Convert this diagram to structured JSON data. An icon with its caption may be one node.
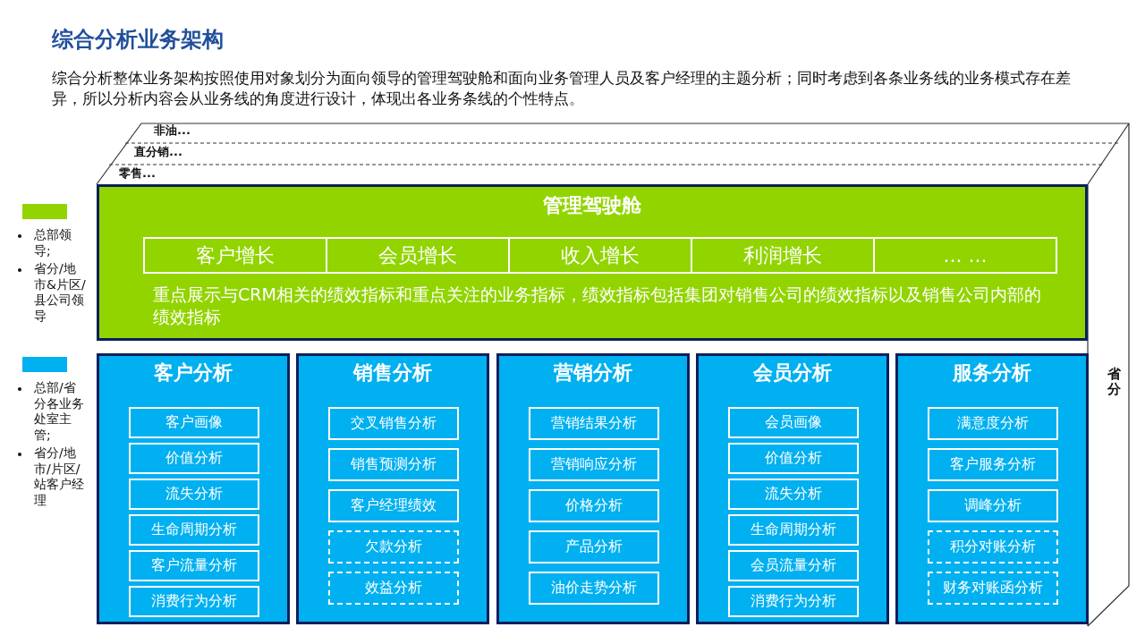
{
  "diagram": {
    "title": "综合分析业务架构",
    "caption": "综合分析整体业务架构按照使用对象划分为面向领导的管理驾驶舱和面向业务管理人员及客户经理的主题分析；同时考虑到各条业务线的业务模式存在差异，所以分析内容会从业务线的角度进行设计，体现出各业务条线的个性特点。",
    "nodes": [
      {
        "text": [
          "管理驾驶舱",
          "重点展示与CRM相关的绩效指标和重点关注的业务指标，绩效指标包括集团对销售公司的绩效指标以及销售公司内部的绩效指标"
        ]
      },
      {
        "text": [
          "客户增长"
        ],
        "in": 0
      },
      {
        "text": [
          "会员增长"
        ],
        "in": 0
      },
      {
        "text": [
          "收入增长"
        ],
        "in": 0
      },
      {
        "text": [
          "利润增长"
        ],
        "in": 0
      },
      {
        "text": [
          "... ..."
        ],
        "in": 0
      },
      {
        "text": [
          "客户分析"
        ]
      },
      {
        "text": [
          "客户画像"
        ],
        "in": 6
      },
      {
        "text": [
          "价值分析"
        ],
        "in": 6
      },
      {
        "text": [
          "流失分析"
        ],
        "in": 6
      },
      {
        "text": [
          "生命周期分析"
        ],
        "in": 6
      },
      {
        "text": [
          "客户流量分析"
        ],
        "in": 6
      },
      {
        "text": [
          "消费行为分析"
        ],
        "in": 6
      },
      {
        "text": [
          "销售分析"
        ]
      },
      {
        "text": [
          "交叉销售分析"
        ],
        "in": 13
      },
      {
        "text": [
          "销售预测分析"
        ],
        "in": 13
      },
      {
        "text": [
          "客户经理绩效"
        ],
        "in": 13
      },
      {
        "text": [
          "欠款分析"
        ],
        "in": 13
      },
      {
        "text": [
          "效益分析"
        ],
        "in": 13
      },
      {
        "text": [
          "营销分析"
        ]
      },
      {
        "text": [
          "营销结果分析"
        ],
        "in": 19
      },
      {
        "text": [
          "营销响应分析"
        ],
        "in": 19
      },
      {
        "text": [
          "价格分析"
        ],
        "in": 19
      },
      {
        "text": [
          "产品分析"
        ],
        "in": 19
      },
      {
        "text": [
          "油价走势分析"
        ],
        "in": 19
      },
      {
        "text": [
          "会员分析"
        ]
      },
      {
        "text": [
          "会员画像"
        ],
        "in": 25
      },
      {
        "text": [
          "价值分析"
        ],
        "in": 25
      },
      {
        "text": [
          "流失分析"
        ],
        "in": 25
      },
      {
        "text": [
          "生命周期分析"
        ],
        "in": 25
      },
      {
        "text": [
          "会员流量分析"
        ],
        "in": 25
      },
      {
        "text": [
          "消费行为分析"
        ],
        "in": 25
      },
      {
        "text": [
          "服务分析"
        ]
      },
      {
        "text": [
          "满意度分析"
        ],
        "in": 32
      },
      {
        "text": [
          "客户服务分析"
        ],
        "in": 32
      },
      {
        "text": [
          "调峰分析"
        ],
        "in": 32
      },
      {
        "text": [
          "积分对账分析"
        ],
        "in": 32
      },
      {
        "text": [
          "财务对账函分析"
        ],
        "in": 32
      }
    ],
    "edges": [],
    "labels": [
      "非油...",
      "直分销...",
      "零售...",
      "省分"
    ],
    "legend": [
      {
        "text": "总部领导;",
        "color": "#92d400"
      },
      {
        "text": "省分/地市&片区/县公司领导"
      },
      {
        "text": "总部/省分各业务处室主管;",
        "color": "#00b0f0"
      },
      {
        "text": "省分/地市/片区/站客户经理"
      }
    ]
  }
}
